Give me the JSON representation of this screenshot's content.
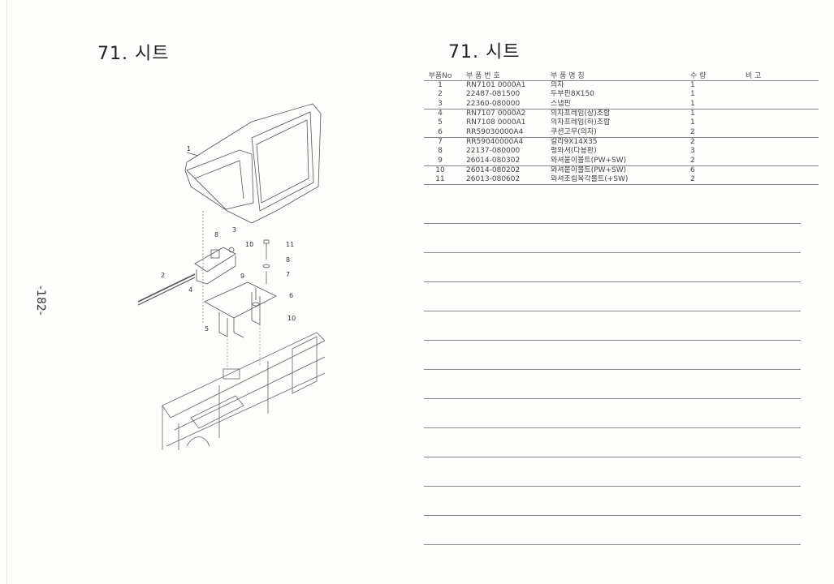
{
  "left_title": "71. 시트",
  "right_title": "71. 시트",
  "page_number": "-182-",
  "parts_table": {
    "headers": [
      "부품No",
      "부  품  번  호",
      "부  품  명  칭",
      "수  량",
      "비                 고"
    ],
    "rows": [
      {
        "no": "1",
        "part_no": "RN7101 0000A1",
        "name": "의자",
        "qty": "1",
        "remark": ""
      },
      {
        "no": "2",
        "part_no": "22487-081500",
        "name": "두부핀8X150",
        "qty": "1",
        "remark": ""
      },
      {
        "no": "3",
        "part_no": "22360-080000",
        "name": "스냅핀",
        "qty": "1",
        "remark": ""
      },
      {
        "no": "4",
        "part_no": "RN7107 0000A2",
        "name": "의자프레임(상)조합",
        "qty": "1",
        "remark": ""
      },
      {
        "no": "5",
        "part_no": "RN7108 0000A1",
        "name": "의자프레임(하)조합",
        "qty": "1",
        "remark": ""
      },
      {
        "no": "6",
        "part_no": "RR59030000A4",
        "name": "쿠션고무(의자)",
        "qty": "2",
        "remark": ""
      },
      {
        "no": "7",
        "part_no": "RR59040000A4",
        "name": "칼라9X14X35",
        "qty": "2",
        "remark": ""
      },
      {
        "no": "8",
        "part_no": "22137-080000",
        "name": "평와셔(다용환)",
        "qty": "3",
        "remark": ""
      },
      {
        "no": "9",
        "part_no": "26014-080302",
        "name": "와셔붙이볼트(PW+SW)",
        "qty": "2",
        "remark": ""
      },
      {
        "no": "10",
        "part_no": "26014-080202",
        "name": "와셔붙이볼트(PW+SW)",
        "qty": "6",
        "remark": ""
      },
      {
        "no": "11",
        "part_no": "26013-080602",
        "name": "와셔조립육각볼트(+SW)",
        "qty": "2",
        "remark": ""
      }
    ]
  },
  "diagram_callouts": [
    "1",
    "2",
    "3",
    "4",
    "5",
    "6",
    "7",
    "8",
    "8",
    "9",
    "10",
    "10",
    "11"
  ]
}
